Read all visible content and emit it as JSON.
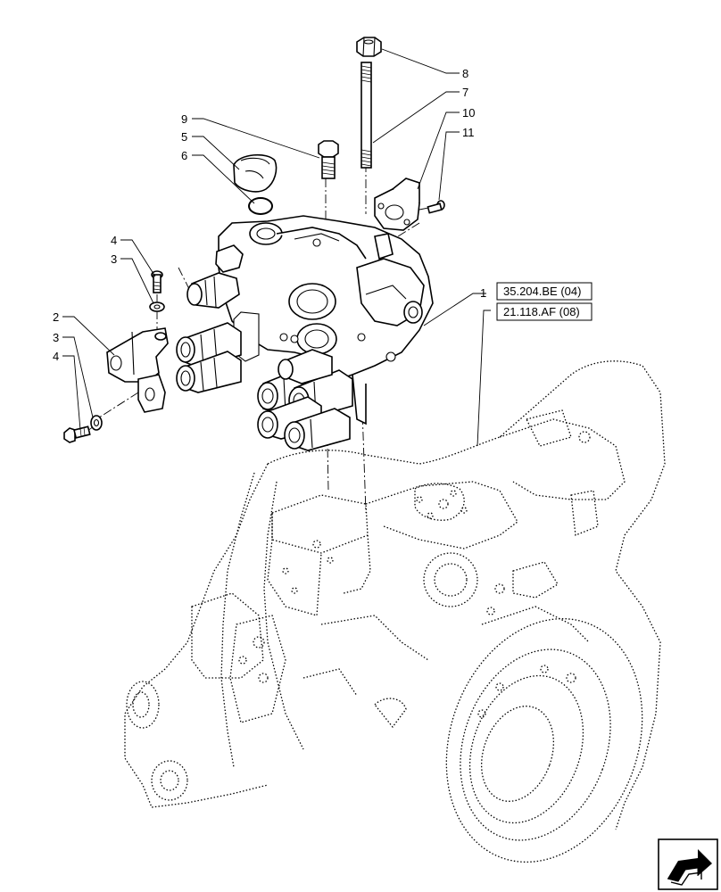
{
  "callouts": {
    "c1": "1",
    "c2": "2",
    "c3a": "3",
    "c3b": "3",
    "c4a": "4",
    "c4b": "4",
    "c5": "5",
    "c6": "6",
    "c7": "7",
    "c8": "8",
    "c9": "9",
    "c10": "10",
    "c11": "11"
  },
  "references": {
    "ref1": "35.204.BE (04)",
    "ref2": "21.118.AF (08)"
  },
  "nav_icon": "next-page-arrow-icon"
}
